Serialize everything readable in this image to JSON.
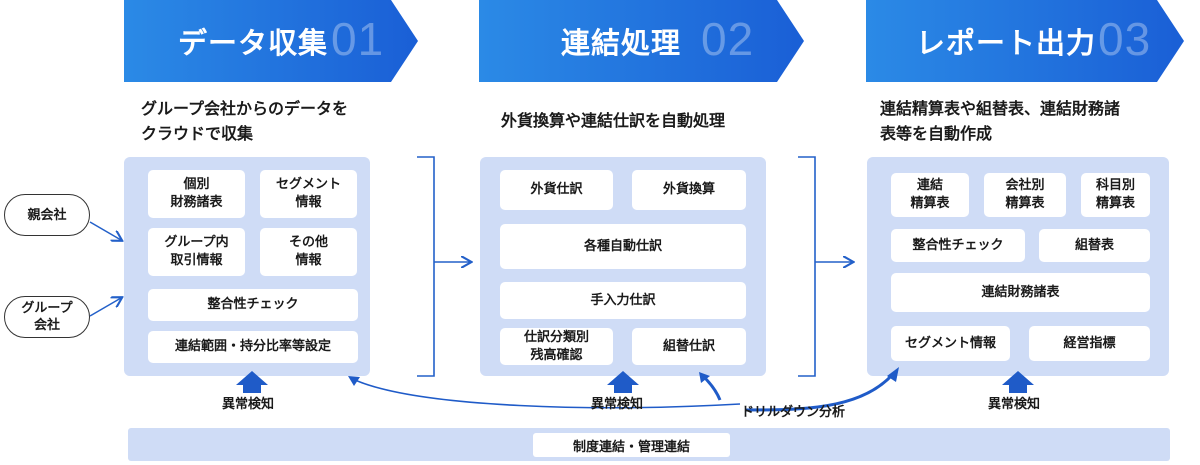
{
  "stages": [
    {
      "title": "データ収集",
      "num": "01",
      "desc": "グループ会社からのデータを\nクラウドで収集",
      "boxes": [
        "個別\n財務諸表",
        "セグメント\n情報",
        "グループ内\n取引情報",
        "その他\n情報",
        "整合性チェック",
        "連結範囲・持分比率等設定"
      ]
    },
    {
      "title": "連結処理",
      "num": "02",
      "desc": "外貨換算や連結仕訳を自動処理",
      "boxes": [
        "外貨仕訳",
        "外貨換算",
        "各種自動仕訳",
        "手入力仕訳",
        "仕訳分類別\n残高確認",
        "組替仕訳"
      ]
    },
    {
      "title": "レポート出力",
      "num": "03",
      "desc": "連結精算表や組替表、連結財務諸\n表等を自動作成",
      "boxes": [
        "連結\n精算表",
        "会社別\n精算表",
        "科目別\n精算表",
        "整合性チェック",
        "組替表",
        "連結財務諸表",
        "セグメント情報",
        "経営指標"
      ]
    }
  ],
  "sources": [
    "親会社",
    "グループ\n会社"
  ],
  "anomaly_label": "異常検知",
  "drilldown_label": "ドリルダウン分析",
  "bottom_label": "制度連結・管理連結",
  "colors": {
    "header_start": "#2b8ae6",
    "header_end": "#1a5fd6",
    "panel": "#cfdcf6",
    "arrow": "#2360c9"
  }
}
